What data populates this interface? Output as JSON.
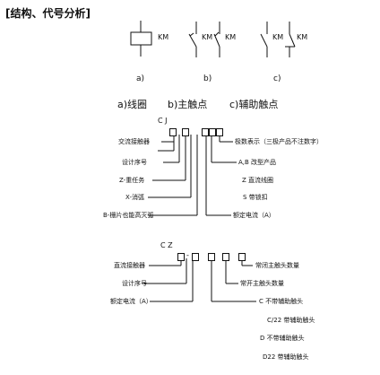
{
  "header": {
    "title": "[结构、代号分析]"
  },
  "symbols": {
    "coil_label": "KM",
    "main_labels": [
      "KM",
      "KM"
    ],
    "aux_labels": [
      "KM",
      "KM"
    ],
    "captions": [
      "a)",
      "b)",
      "c)"
    ]
  },
  "legend": {
    "a": "a)线圈",
    "b": "b)主触点",
    "c": "c)辅助触点"
  },
  "cj": {
    "code": "C J",
    "left_labels": [
      "交流接触器",
      "设计序号",
      "Z-重任务",
      "X-消弧",
      "B-栅片也能高灭弧"
    ],
    "right_labels": [
      "极数表示（三极产品不注数字）",
      "A,B 改型产品",
      "Z 直流线圈",
      "S 带锁扣",
      "额定电流（A）"
    ]
  },
  "cz": {
    "code": "C Z",
    "dash": "-",
    "left_labels": [
      "直流接触器",
      "设计序号",
      "额定电流（A）"
    ],
    "right_labels": [
      "常闭主触头数量",
      "常开主触头数量",
      "C  不带辅助触头",
      "C/22  带辅助触头",
      "D 不带辅助触头",
      "D22  带辅助触头"
    ]
  }
}
